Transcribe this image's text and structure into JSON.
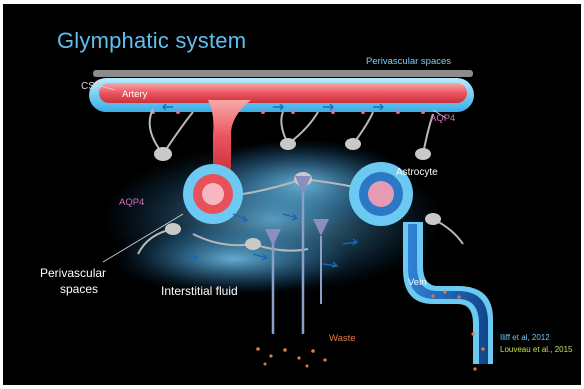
{
  "title": "Glymphatic system",
  "labels": {
    "perivascular_spaces_top": "Perivascular spaces",
    "csf": "CSF",
    "artery": "Artery",
    "aqp4_right": "AQP4",
    "astrocyte": "Astrocyte",
    "aqp4_left": "AQP4",
    "perivascular_spaces_left_line1": "Perivascular",
    "perivascular_spaces_left_line2": "spaces",
    "interstitial_fluid": "Interstitial fluid",
    "vein": "Vein",
    "waste": "Waste"
  },
  "citations": [
    "Iliff et al, 2012",
    "Louveau et al., 2015"
  ],
  "colors": {
    "background": "#000000",
    "title": "#5fc0ef",
    "artery": "#e8515a",
    "perivascular": "#5cc6f2",
    "vein": "#1b63b8",
    "aqp4": "#d36fba",
    "astrocyte": "#c9c9c9",
    "waste": "#e07a45",
    "citation_1": "#6fc6ff",
    "citation_2": "#c2e34c"
  }
}
